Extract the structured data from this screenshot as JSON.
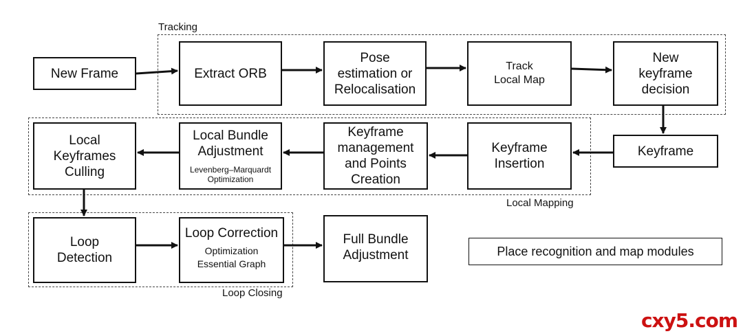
{
  "groups": {
    "tracking": "Tracking",
    "local_mapping": "Local Mapping",
    "loop_closing": "Loop Closing"
  },
  "boxes": {
    "new_frame": "New Frame",
    "extract_orb": "Extract ORB",
    "pose_estimation": "Pose\nestimation or\nRelocalisation",
    "track_local_map": "Track\nLocal Map",
    "new_keyframe_decision": "New\nkeyframe\ndecision",
    "keyframe": "Keyframe",
    "keyframe_insertion": "Keyframe\nInsertion",
    "keyframe_management": "Keyframe\nmanagement\nand Points\nCreation",
    "local_ba_title": "Local Bundle\nAdjustment",
    "local_ba_sub": "Levenberg–Marquardt\nOptimization",
    "local_keyframes_culling": "Local\nKeyframes\nCulling",
    "loop_detection": "Loop\nDetection",
    "loop_correction_title": "Loop Correction",
    "loop_correction_sub": "Optimization\nEssential Graph",
    "full_ba": "Full Bundle\nAdjustment",
    "place_recognition": "Place recognition and map modules"
  },
  "watermark": "cxy5.com",
  "colors": {
    "stroke": "#111111",
    "group_border": "#444444",
    "watermark": "#cc1111"
  }
}
